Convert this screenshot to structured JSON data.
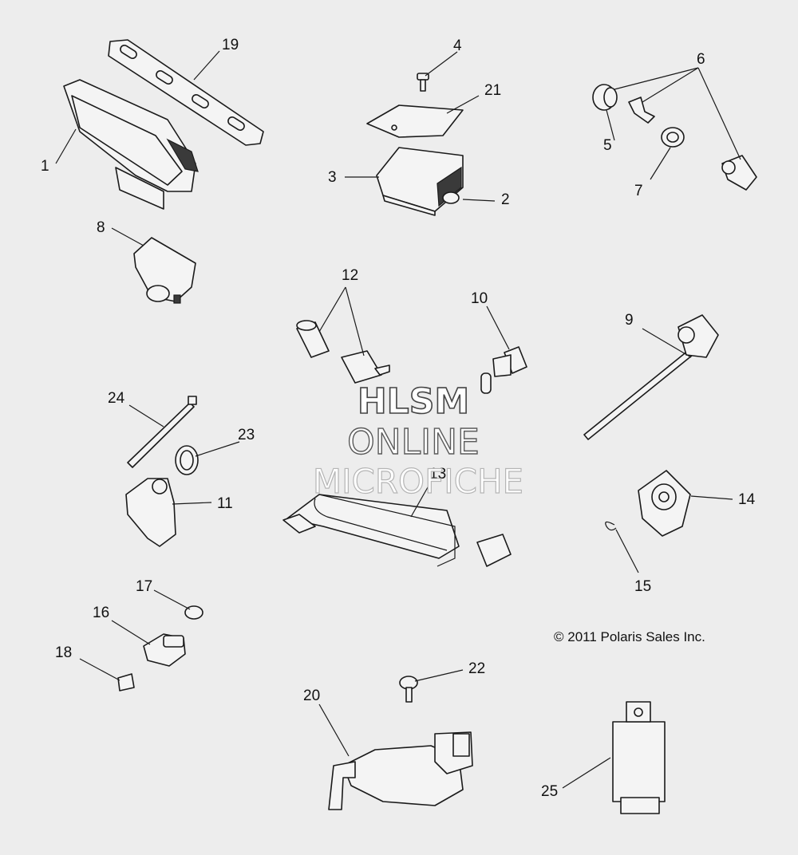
{
  "callouts": [
    "1",
    "2",
    "3",
    "4",
    "5",
    "6",
    "7",
    "8",
    "9",
    "10",
    "11",
    "12",
    "13",
    "14",
    "15",
    "16",
    "17",
    "18",
    "19",
    "20",
    "21",
    "22",
    "23",
    "24",
    "25"
  ],
  "watermark": {
    "line1": "HLSM",
    "line2": "ONLINE",
    "line3": "MICROFICHE"
  },
  "copyright": "© 2011 Polaris Sales Inc."
}
